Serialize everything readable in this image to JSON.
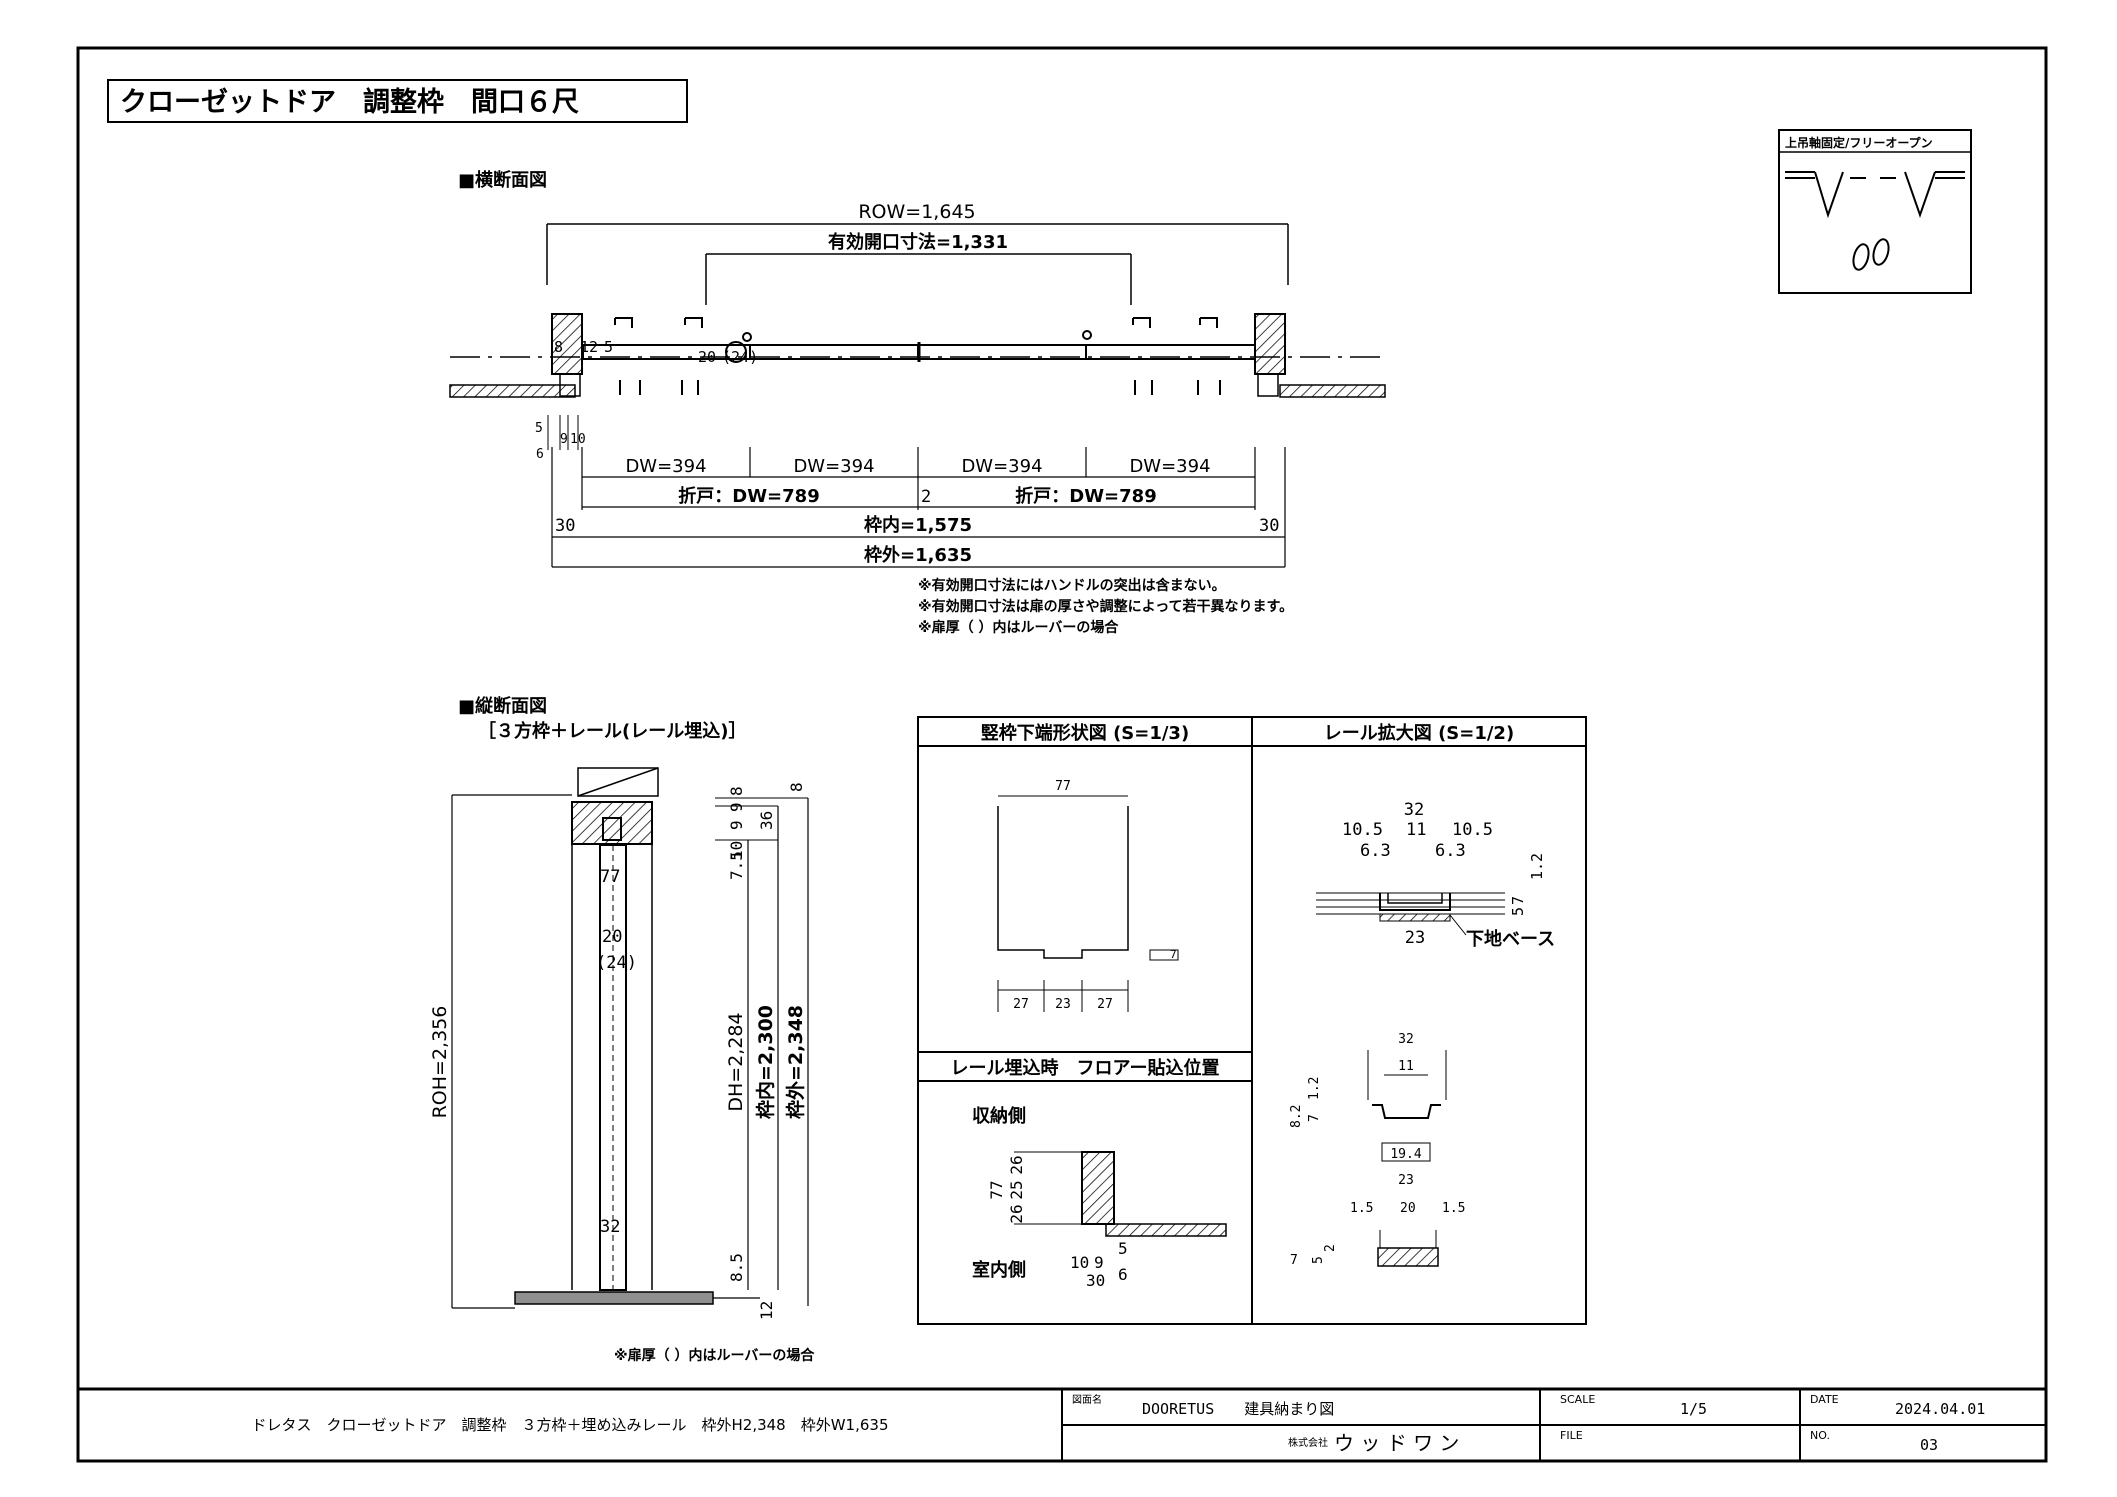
{
  "title": "クローゼットドア　調整枠　間口６尺",
  "opening_box": {
    "label": "上吊軸固定/フリーオープン"
  },
  "horizontal_section": {
    "heading": "■横断面図",
    "row": "ROW=1,645",
    "effective_opening": "有効開口寸法=1,331",
    "left_small_dims": [
      "8",
      "12",
      "5"
    ],
    "center_dims": [
      "20",
      "(24)"
    ],
    "left_edge_dims": [
      "5",
      "6",
      "9",
      "10"
    ],
    "dw_labels": [
      "DW=394",
      "DW=394",
      "DW=394",
      "DW=394"
    ],
    "fold_labels": [
      "折戸：DW=789",
      "2",
      "折戸：DW=789"
    ],
    "side_30_left": "30",
    "side_30_right": "30",
    "inner": "枠内=1,575",
    "outer": "枠外=1,635",
    "notes": [
      "※有効開口寸法にはハンドルの突出は含まない。",
      "※有効開口寸法は扉の厚さや調整によって若干異なります。",
      "※扉厚（ ）内はルーバーの場合"
    ]
  },
  "vertical_section": {
    "heading": "■縦断面図",
    "subheading": "［３方枠＋レール(レール埋込)］",
    "roh": "ROH=2,356",
    "dh": "DH=2,284",
    "inner": "枠内=2,300",
    "outer": "枠外=2,348",
    "top_dims": [
      "10",
      "9",
      "9",
      "8",
      "36",
      "8",
      "7.5"
    ],
    "door_dims": [
      "77",
      "20",
      "(24)",
      "32"
    ],
    "bottom_dims": [
      "8.5",
      "12"
    ],
    "note": "※扉厚（ ）内はルーバーの場合"
  },
  "detail_frame_bottom": {
    "heading": "竪枠下端形状図 (S=1/3)",
    "width": "77",
    "bottom_dims": [
      "27",
      "23",
      "27"
    ],
    "side_dim": "7"
  },
  "detail_rail": {
    "heading": "レール拡大図 (S=1/2)",
    "top": {
      "dims": [
        "32",
        "10.5",
        "11",
        "10.5",
        "6.3",
        "6.3"
      ],
      "right_dims": [
        "5",
        "7",
        "1.2"
      ],
      "bottom": "23",
      "label": "下地ベース"
    },
    "middle": {
      "dims": [
        "32",
        "11",
        "19.4"
      ],
      "left_dims": [
        "8.2",
        "7",
        "1.2"
      ]
    },
    "bottom": {
      "dims": [
        "23",
        "1.5",
        "20",
        "1.5"
      ],
      "left_dims": [
        "7",
        "5",
        "2"
      ]
    }
  },
  "detail_floor": {
    "heading": "レール埋込時　フロアー貼込位置",
    "storage_side": "収納側",
    "room_side": "室内側",
    "dims": [
      "77",
      "26",
      "25",
      "26"
    ],
    "bottom_dims": [
      "10",
      "9",
      "5",
      "30",
      "6"
    ]
  },
  "title_block": {
    "product": "ドレタス　クローゼットドア　調整枠　３方枠＋埋め込みレール　枠外H2,348　枠外W1,635",
    "drawing_name_label": "図面名",
    "drawing_name": "DOORETUS　　建具納まり図",
    "scale_label": "SCALE",
    "scale": "1/5",
    "date_label": "DATE",
    "date": "2024.04.01",
    "company_prefix": "株式会社",
    "company": "ウ ッ ド ワ ン",
    "file_label": "FILE",
    "no_label": "NO.",
    "no": "03"
  }
}
